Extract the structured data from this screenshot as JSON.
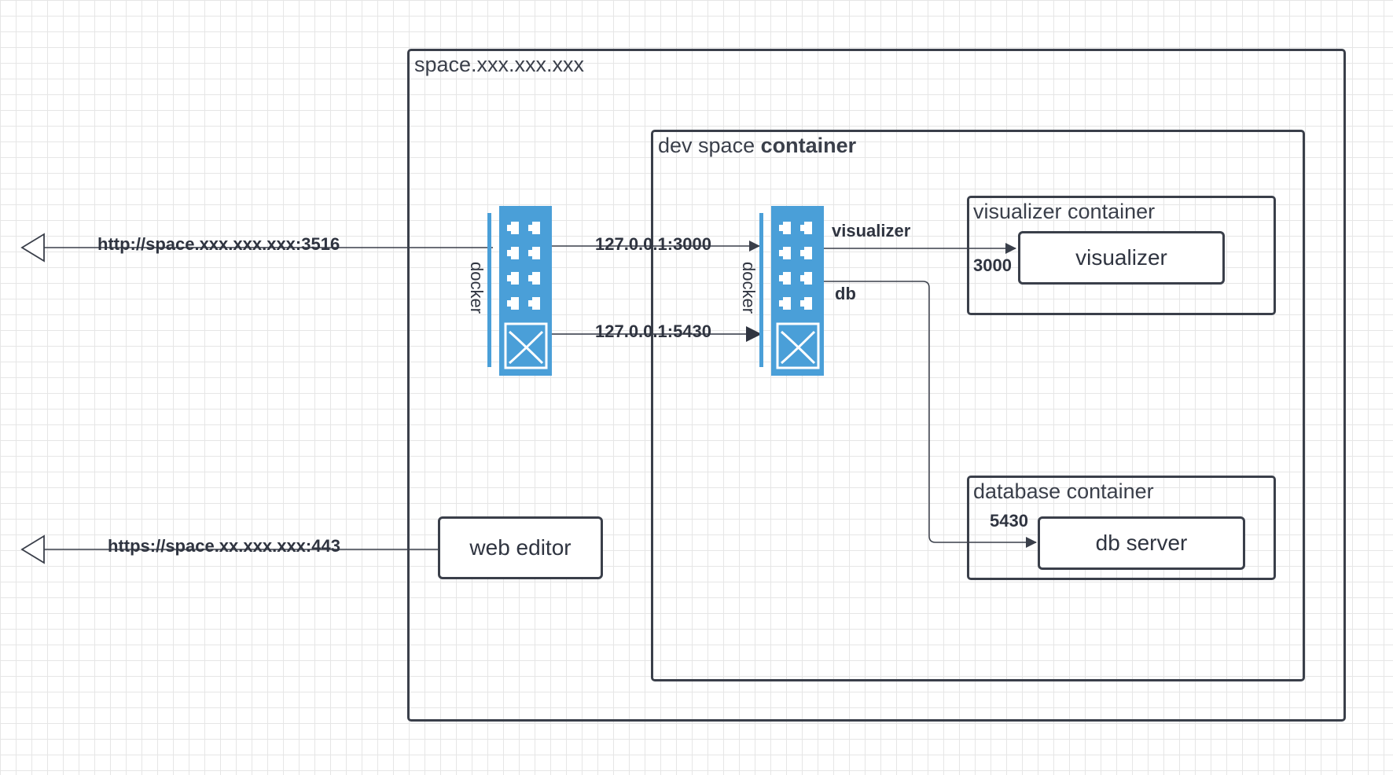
{
  "space": {
    "title": "space.xxx.xxx.xxx"
  },
  "dev": {
    "title_plain": "dev space ",
    "title_bold": "container"
  },
  "visualizer_container": {
    "title": "visualizer container",
    "node": "visualizer",
    "port": "3000"
  },
  "database_container": {
    "title": "database container",
    "node": "db server",
    "port": "5430"
  },
  "web_editor": {
    "label": "web editor"
  },
  "docker_outer": {
    "label": "docker"
  },
  "docker_inner": {
    "label": "docker",
    "port_visualizer": "visualizer",
    "port_db": "db"
  },
  "links": {
    "external_http": "http://space.xxx.xxx.xxx:3516",
    "external_https": "https://space.xx.xxx.xxx:443",
    "local_3000": "127.0.0.1:3000",
    "local_5430": "127.0.0.1:5430"
  },
  "colors": {
    "switch": "#4a9fd8",
    "line": "#3a3f4a",
    "grid": "#e6e6e6"
  },
  "icons": [
    "network-switch-icon",
    "network-switch-icon",
    "hollow-arrow-icon",
    "hollow-arrow-icon"
  ]
}
